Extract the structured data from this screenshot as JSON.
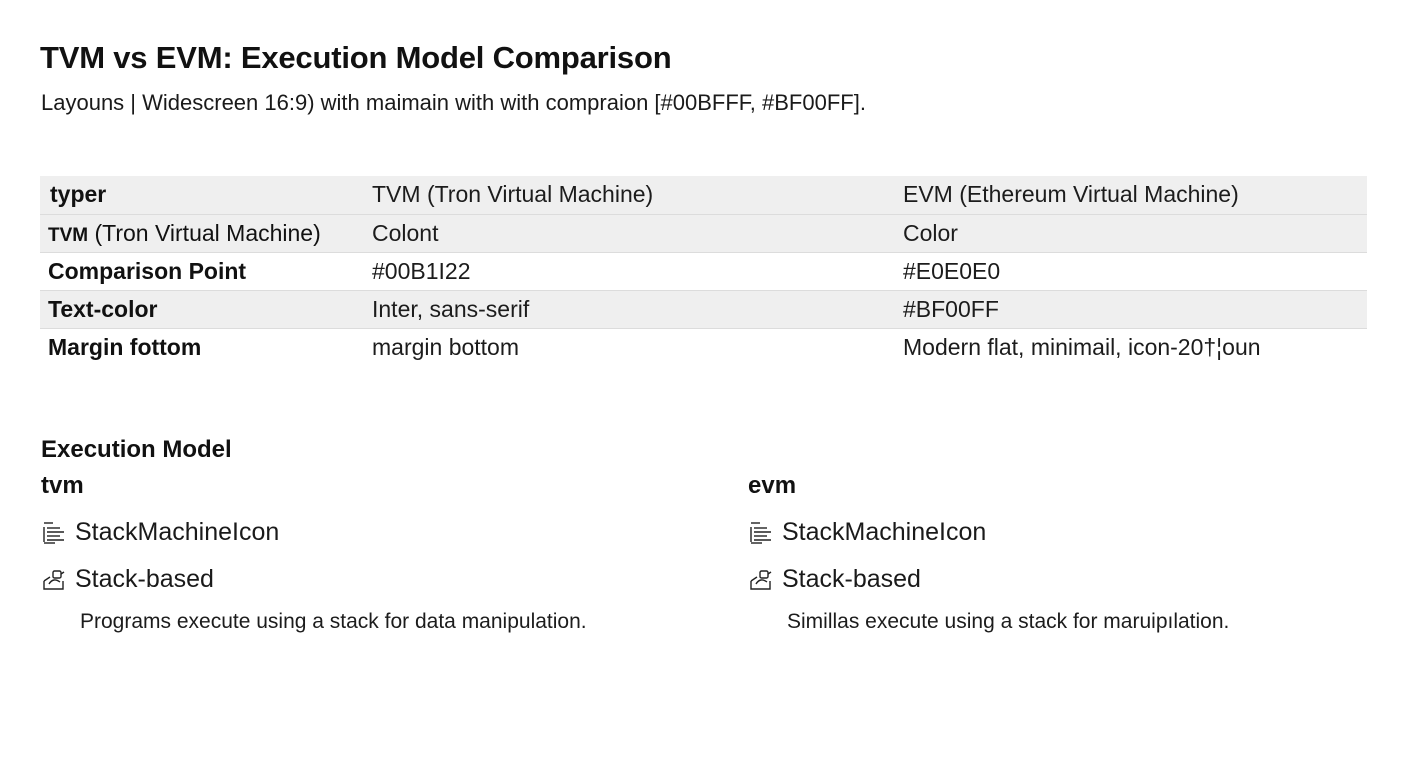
{
  "page": {
    "title": "TVM vs EVM: Execution Model Comparison",
    "subtitle": "Layouns | Widescreen 16:9) with maimain with with compraion [#00BFFF, #BF00FF]."
  },
  "table": {
    "rows": [
      {
        "c1": "typer",
        "c2": "TVM (Tron Virtual Machine)",
        "c3": "EVM (Ethereum Virtual Machine)"
      },
      {
        "c1_first": "TVM",
        "c1_rest": " (Tron Virtual Machine)",
        "c2": "Colont",
        "c3": "Color"
      },
      {
        "c1": "Comparison Point",
        "c2": "#00B1I22",
        "c3": "#E0E0E0"
      },
      {
        "c1": "Text-color",
        "c2": "Inter, sans-serif",
        "c3": "#BF00FF"
      },
      {
        "c1": "Margin fottom",
        "c2": "margin bottom",
        "c3": "Modern flat, minimail, icon-20†¦oun"
      }
    ]
  },
  "execution_model": {
    "title": "Execution Model",
    "columns": [
      {
        "heading": "tvm",
        "icon1": "stack-machine-icon",
        "line1": "StackMachineIcon",
        "icon2": "stack-based-icon",
        "line2": "Stack-based",
        "description": "Programs execute using a stack for data manipulation."
      },
      {
        "heading": "evm",
        "icon1": "stack-machine-icon",
        "line1": "StackMachineIcon",
        "icon2": "stack-based-icon",
        "line2": "Stack-based",
        "description": "Simillas execute using a stack for maruipılation."
      }
    ]
  }
}
